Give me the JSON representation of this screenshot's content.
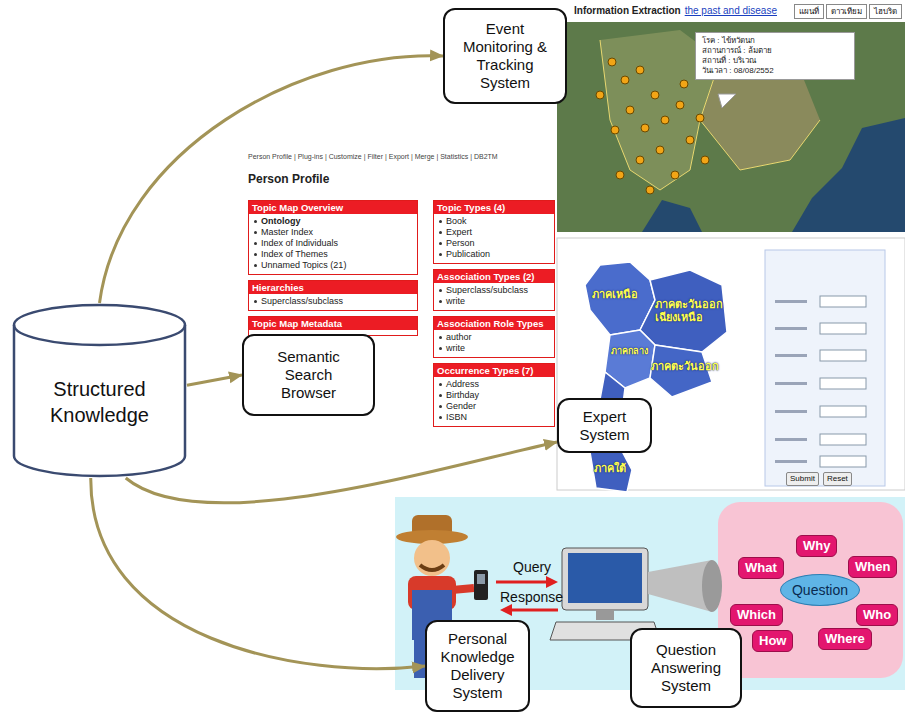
{
  "diagram": {
    "nodes": [
      {
        "text": [
          "Structured Knowledge"
        ]
      },
      {
        "text": [
          "Event Monitoring & Tracking System"
        ]
      },
      {
        "text": [
          "แผนที่"
        ]
      },
      {
        "text": [
          "ดาวเทียม"
        ]
      },
      {
        "text": [
          "ไฮบริด"
        ]
      },
      {
        "text": [
          "โรค : ไข้หวัดนก",
          "สถานการณ์ : ล้มตาย",
          "สถานที่ : บริเวณ",
          "วันเวลา : 08/08/2552"
        ]
      },
      {
        "text": [
          "Topic Map Overview",
          "Ontology",
          "Master Index",
          "Index of Individuals",
          "Index of Themes",
          "Unnamed Topics (21)"
        ]
      },
      {
        "text": [
          "Hierarchies",
          "Superclass/subclass"
        ]
      },
      {
        "text": [
          "Topic Map Metadata"
        ]
      },
      {
        "text": [
          "Topic Types (4)",
          "Book",
          "Expert",
          "Person",
          "Publication"
        ]
      },
      {
        "text": [
          "Association Types (2)",
          "Superclass/subclass",
          "write"
        ]
      },
      {
        "text": [
          "Association Role Types",
          "author",
          "write"
        ]
      },
      {
        "text": [
          "Occurrence Types (7)",
          "Address",
          "Birthday",
          "Gender",
          "ISBN"
        ]
      },
      {
        "text": [
          "Semantic Search Browser"
        ]
      },
      {
        "text": [
          "Expert System"
        ]
      },
      {
        "text": [
          "Submit"
        ]
      },
      {
        "text": [
          "Reset"
        ]
      },
      {
        "text": [
          "Personal Knowledge Delivery System"
        ]
      },
      {
        "text": [
          "Question Answering System"
        ]
      },
      {
        "text": [
          "What"
        ]
      },
      {
        "text": [
          "Why"
        ]
      },
      {
        "text": [
          "When"
        ]
      },
      {
        "text": [
          "Question"
        ]
      },
      {
        "text": [
          "Which"
        ]
      },
      {
        "text": [
          "Who"
        ]
      },
      {
        "text": [
          "How"
        ]
      },
      {
        "text": [
          "Where"
        ]
      }
    ],
    "edges": [
      {
        "from": 0,
        "to": 1,
        "arrow": "to"
      },
      {
        "from": 0,
        "to": 13,
        "arrow": "to"
      },
      {
        "from": 0,
        "to": 14,
        "arrow": "to"
      },
      {
        "from": 0,
        "to": 17,
        "arrow": "to"
      }
    ],
    "labels": [
      "Information Extraction",
      "the past and disease",
      "Person Profile | Plug-ins | Customize | Filter | Export | Merge | Statistics | DB2TM",
      "Person Profile",
      "ภาคเหนือ",
      "ภาคตะวันออกเฉียงเหนือ",
      "ภาคกลาง",
      "ภาคตะวันออก",
      "ภาคใต้",
      "Query",
      "Response"
    ]
  }
}
